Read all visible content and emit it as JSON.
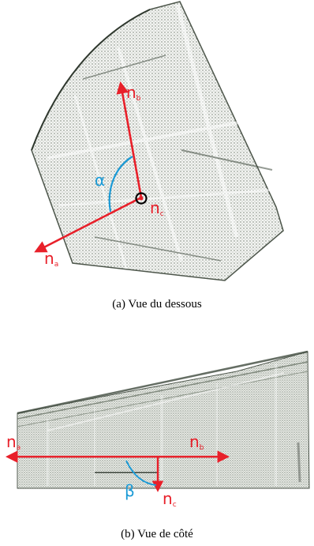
{
  "colors": {
    "arrow": "#e8202a",
    "angle": "#1a9ad6",
    "cloud": "#6f7a6c",
    "cloud_dark": "#3f4a3e",
    "caption": "#000000"
  },
  "panel_a": {
    "caption": "(a)  Vue du dessous",
    "axes": {
      "na": {
        "base": "n",
        "sub": "a"
      },
      "nb": {
        "base": "n",
        "sub": "b"
      },
      "nc": {
        "base": "n",
        "sub": "c"
      }
    },
    "angle_label": "α"
  },
  "panel_b": {
    "caption": "(b)  Vue de côté",
    "axes": {
      "na": {
        "base": "n",
        "sub": "a"
      },
      "nb": {
        "base": "n",
        "sub": "b"
      },
      "nc": {
        "base": "n",
        "sub": "c"
      }
    },
    "angle_label": "β"
  }
}
